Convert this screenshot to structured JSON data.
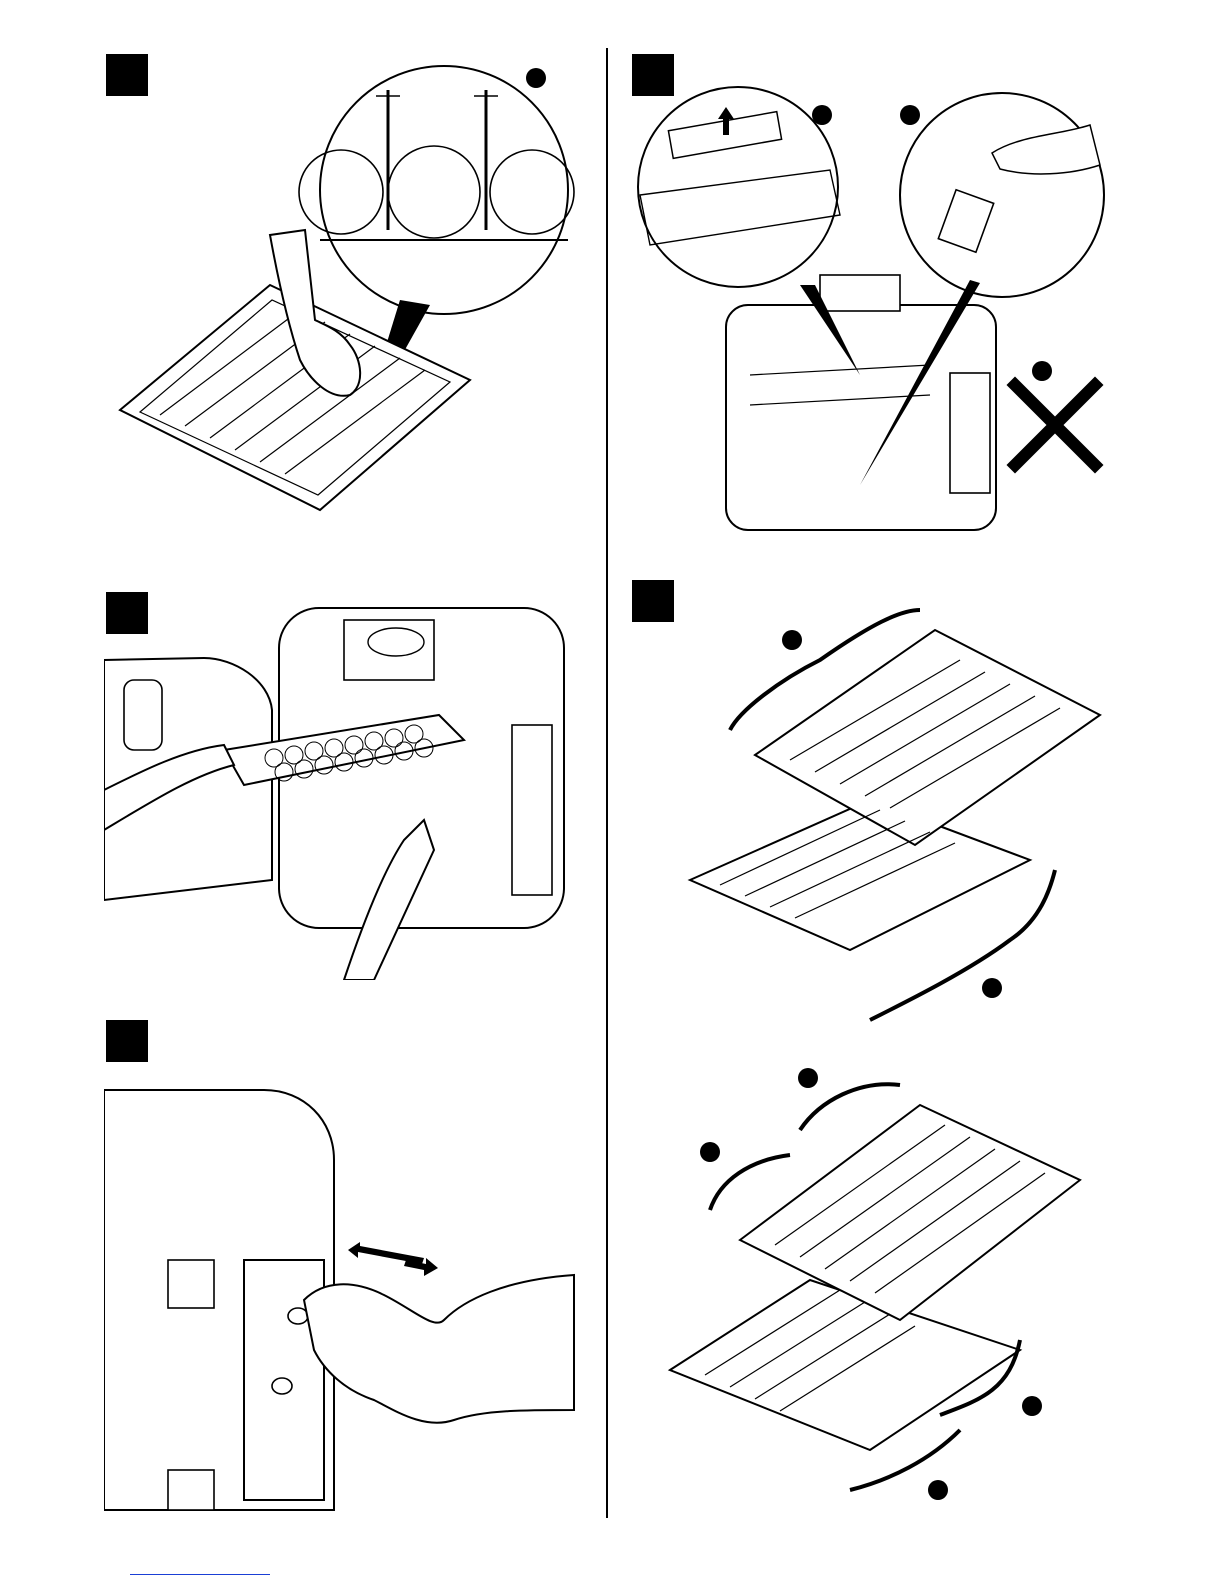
{
  "document": {
    "type": "instruction-illustration-sheet",
    "panels": [
      {
        "id": "top-left",
        "content": "egg-tray-with-spacing-detail",
        "callouts": 1
      },
      {
        "id": "top-right",
        "content": "incubator-with-humidity-and-water-details",
        "callouts": 3,
        "icons": [
          "up-arrow-icon",
          "prohibited-cross-icon"
        ]
      },
      {
        "id": "middle-left",
        "content": "loading-tray-into-incubator",
        "callouts": 0
      },
      {
        "id": "middle-right",
        "content": "two-stacked-egg-trays",
        "callouts": 2
      },
      {
        "id": "bottom-left",
        "content": "adjusting-vent-knob",
        "callouts": 0,
        "icons": [
          "double-arrow-icon"
        ]
      },
      {
        "id": "bottom-right",
        "content": "two-stacked-egg-trays-alternate",
        "callouts": 4
      }
    ],
    "colors": {
      "ink": "#000000",
      "paper": "#ffffff",
      "footer_link": "#1a3fd6"
    }
  }
}
